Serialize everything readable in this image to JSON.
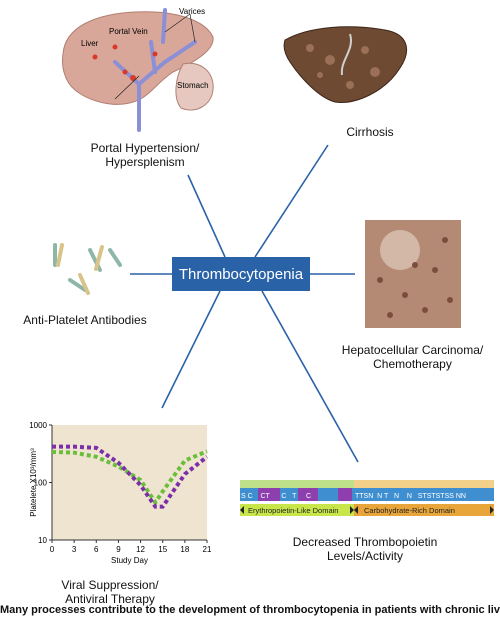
{
  "center": {
    "label": "Thrombocytopenia"
  },
  "liver_figure": {
    "labels": {
      "varices": "Varices",
      "portal_vein": "Portal Vein",
      "liver": "Liver",
      "stomach": "Stomach"
    }
  },
  "nodes": {
    "portal": {
      "line1": "Portal Hypertension/",
      "line2": "Hypersplenism"
    },
    "cirrhosis": {
      "line1": "Cirrhosis"
    },
    "antibodies": {
      "line1": "Anti-Platelet Antibodies"
    },
    "hcc": {
      "line1": "Hepatocellular Carcinoma/",
      "line2": "Chemotherapy"
    },
    "viral": {
      "line1": "Viral Suppression/",
      "line2": "Antiviral Therapy"
    },
    "tpo": {
      "line1": "Decreased Thrombopoietin",
      "line2": "Levels/Activity"
    }
  },
  "tpo_figure": {
    "sequence_left": "S C    CT      C   T     C",
    "sequence_right": "TTSN  N T   N    N   STSTSTSS NN",
    "domain_left": "Erythropoietin-Like Domain",
    "domain_right": "Carbohydrate-Rich Domain",
    "colors": {
      "bar": "#3f8fd0",
      "seg_purple": "#8e3fae",
      "domain_left": "#c8e64a",
      "domain_right": "#e8a63a"
    }
  },
  "chart_data": {
    "type": "line",
    "x": [
      0,
      3,
      6,
      9,
      12,
      14,
      15,
      18,
      21
    ],
    "xlabel": "Study Day",
    "ylabel": "Platelete X10³/mm³",
    "yscale": "log",
    "ylim": [
      10,
      1000
    ],
    "yticks": [
      "1000",
      "100",
      "10"
    ],
    "xticks": [
      "0",
      "3",
      "6",
      "9",
      "12",
      "15",
      "18",
      "21"
    ],
    "series": [
      {
        "color": "#6abf3a",
        "values": [
          340,
          330,
          280,
          190,
          110,
          45,
          70,
          240,
          350
        ]
      },
      {
        "color": "#7b2fa8",
        "values": [
          420,
          420,
          400,
          220,
          90,
          38,
          38,
          140,
          280
        ]
      }
    ],
    "background": "#efe4d0"
  },
  "caption": {
    "text": "Many processes contribute to the development of thrombocytopenia in patients with chronic liver disease."
  }
}
